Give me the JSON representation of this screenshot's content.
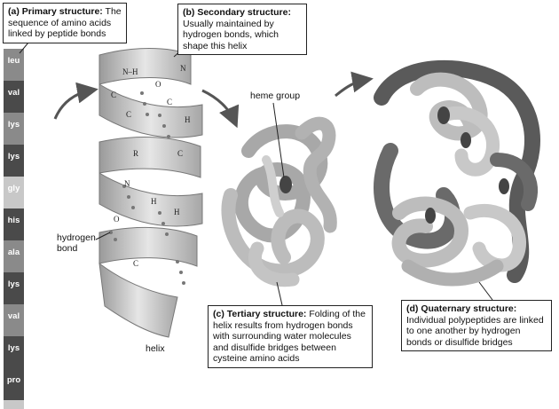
{
  "primary": {
    "title": "(a) Primary structure:",
    "text": "The sequence of amino acids linked by peptide bonds"
  },
  "secondary": {
    "title": "(b) Secondary structure:",
    "text": "Usually maintained by hydrogen bonds, which shape this helix"
  },
  "tertiary": {
    "title": "(c) Tertiary structure:",
    "text": "Folding of the helix results from hydrogen bonds with surrounding water molecules and disulfide bridges between cysteine amino acids"
  },
  "quaternary": {
    "title": "(d) Quaternary structure:",
    "text": "Individual polypeptides are linked to one another by hydrogen bonds or disulfide bridges"
  },
  "labels": {
    "heme": "heme group",
    "hbond_1": "hydrogen",
    "hbond_2": "bond",
    "helix": "helix"
  },
  "amino_acids": [
    "leu",
    "val",
    "lys",
    "lys",
    "gly",
    "his",
    "ala",
    "lys",
    "val",
    "lys",
    "pro"
  ],
  "helix_atoms": [
    "N–H",
    "C",
    "C",
    "O",
    "C",
    "N",
    "H",
    "C",
    "R",
    "N",
    "H",
    "O",
    "H",
    "C"
  ],
  "colors": {
    "dark": "#4a4a4a",
    "mid": "#8a8a8a",
    "light": "#c8c8c8",
    "ribbon": "#bdbdbd"
  }
}
